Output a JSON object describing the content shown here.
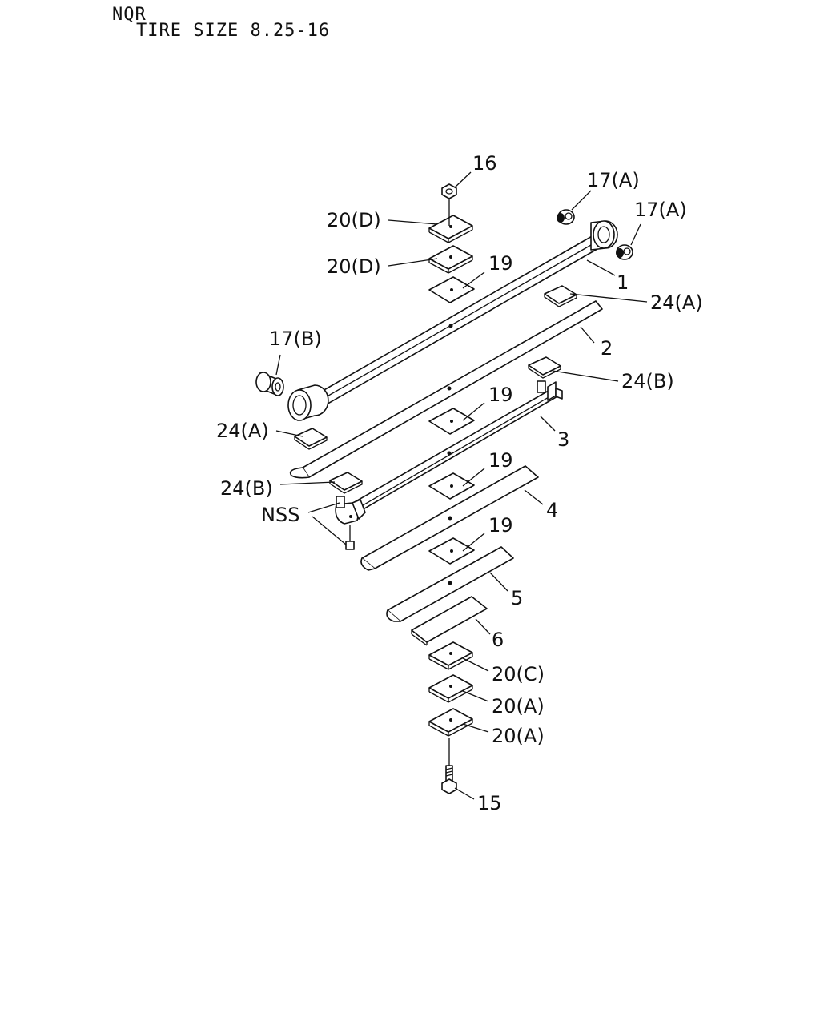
{
  "header": {
    "model": "NQR",
    "subtitle": "TIRE SIZE 8.25-16"
  },
  "callouts": {
    "c16": "16",
    "c17a_1": "17(A)",
    "c17a_2": "17(A)",
    "c20d_1": "20(D)",
    "c20d_2": "20(D)",
    "c19_1": "19",
    "c1": "1",
    "c24a_r": "24(A)",
    "c17b": "17(B)",
    "c2": "2",
    "c24b_r": "24(B)",
    "c24a_l": "24(A)",
    "c19_2": "19",
    "c3": "3",
    "c24b_l": "24(B)",
    "c19_3": "19",
    "cnss": "NSS",
    "c4": "4",
    "c19_4": "19",
    "c5": "5",
    "c6": "6",
    "c20c": "20(C)",
    "c20a_1": "20(A)",
    "c20a_2": "20(A)",
    "c15": "15"
  }
}
